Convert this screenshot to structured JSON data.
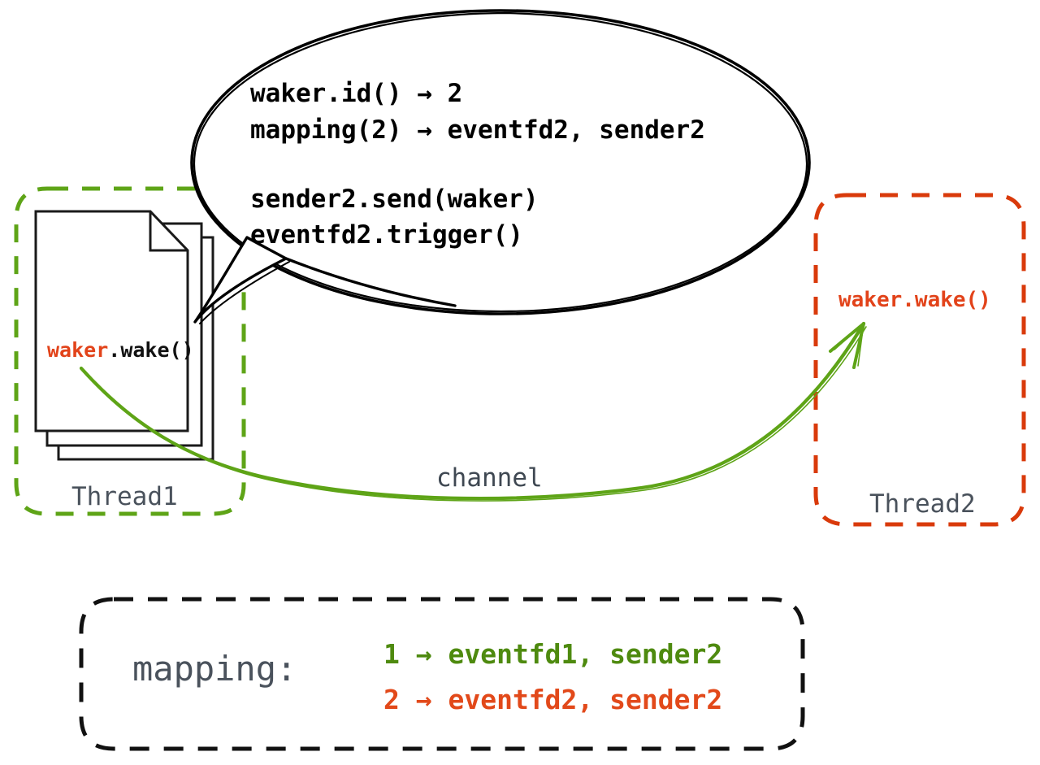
{
  "diagram": {
    "title_hidden": "",
    "colors": {
      "green": "#5ea417",
      "green_text": "#4e8a0f",
      "orange": "#d93a0b",
      "orange_text": "#e2431a",
      "slate": "#4a525c",
      "black": "#111111"
    },
    "bubble": {
      "name": "thought-bubble",
      "lines": [
        "waker.id() → 2",
        "mapping(2) → eventfd2, sender2",
        "",
        "sender2.send(waker)",
        "eventfd2.trigger()"
      ]
    },
    "thread1": {
      "label": "Thread1",
      "doc_text_accent": "waker",
      "doc_text_rest": ".wake()"
    },
    "thread2": {
      "label": "Thread2",
      "text": "waker.wake()"
    },
    "channel": {
      "label": "channel"
    },
    "mapping": {
      "title": "mapping:",
      "rows": [
        {
          "key": "1",
          "arrow": "→",
          "value": "eventfd1, sender2",
          "color": "#4e8a0f"
        },
        {
          "key": "2",
          "arrow": "→",
          "value": "eventfd2, sender2",
          "color": "#e2491a"
        }
      ],
      "row_texts": [
        "1 → eventfd1, sender2",
        "2 → eventfd2, sender2"
      ]
    }
  }
}
